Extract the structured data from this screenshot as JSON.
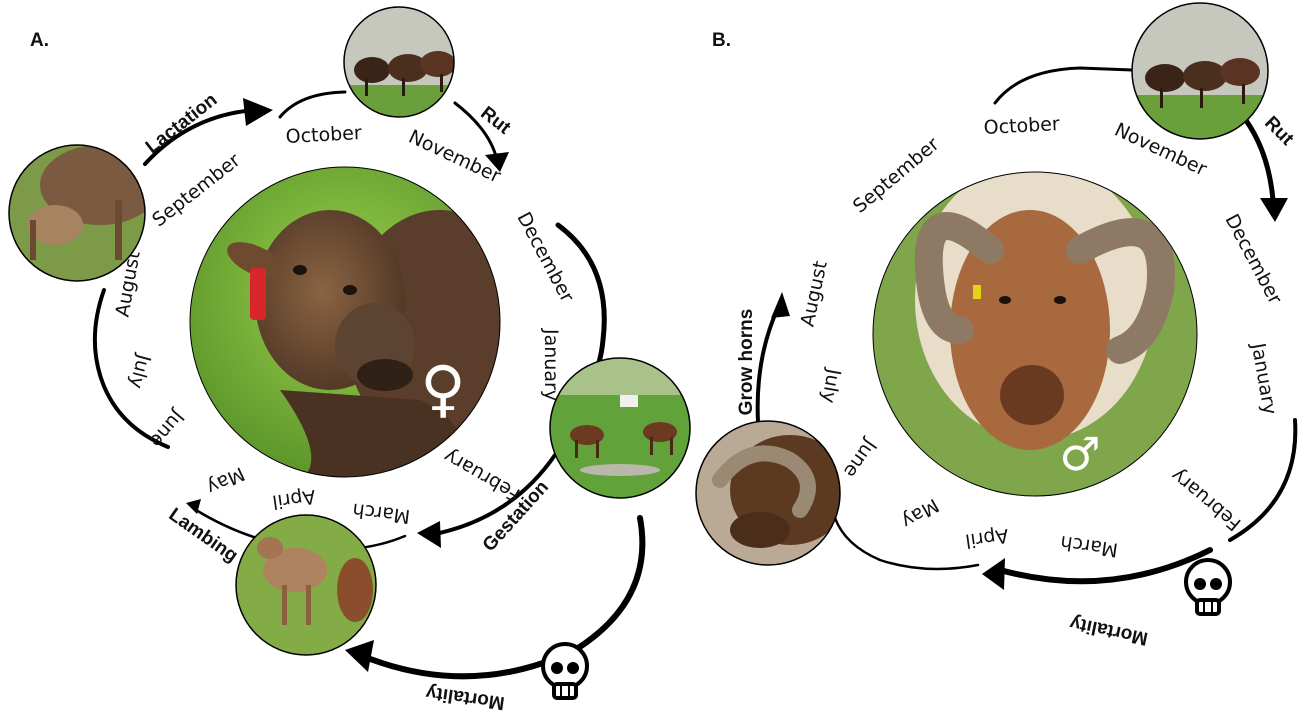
{
  "panels": [
    {
      "id": "A",
      "label": "A.",
      "months": [
        "October",
        "November",
        "December",
        "January",
        "February",
        "March",
        "April",
        "May",
        "June",
        "July",
        "August",
        "September"
      ],
      "phases": {
        "lactation": "Lactation",
        "rut": "Rut",
        "gestation": "Gestation",
        "lambing": "Lambing",
        "mortality": "Mortality"
      },
      "sex_symbol": "♀",
      "photos": [
        "rut-group-photo",
        "ewe-portrait-photo",
        "lactation-photo",
        "gestation-photo",
        "lambing-photo"
      ]
    },
    {
      "id": "B",
      "label": "B.",
      "months": [
        "October",
        "November",
        "December",
        "January",
        "February",
        "March",
        "April",
        "May",
        "June",
        "July",
        "August",
        "September"
      ],
      "phases": {
        "rut": "Rut",
        "grow_horns": "Grow horns",
        "mortality": "Mortality"
      },
      "sex_symbol": "♂",
      "photos": [
        "rut-group-photo",
        "ram-portrait-photo",
        "grow-horns-photo"
      ]
    }
  ],
  "colors": {
    "grass": "#6fa636",
    "wool_brown": "#6e4a2e",
    "ram_wool": "#b07a4c",
    "arrow": "#000000"
  }
}
